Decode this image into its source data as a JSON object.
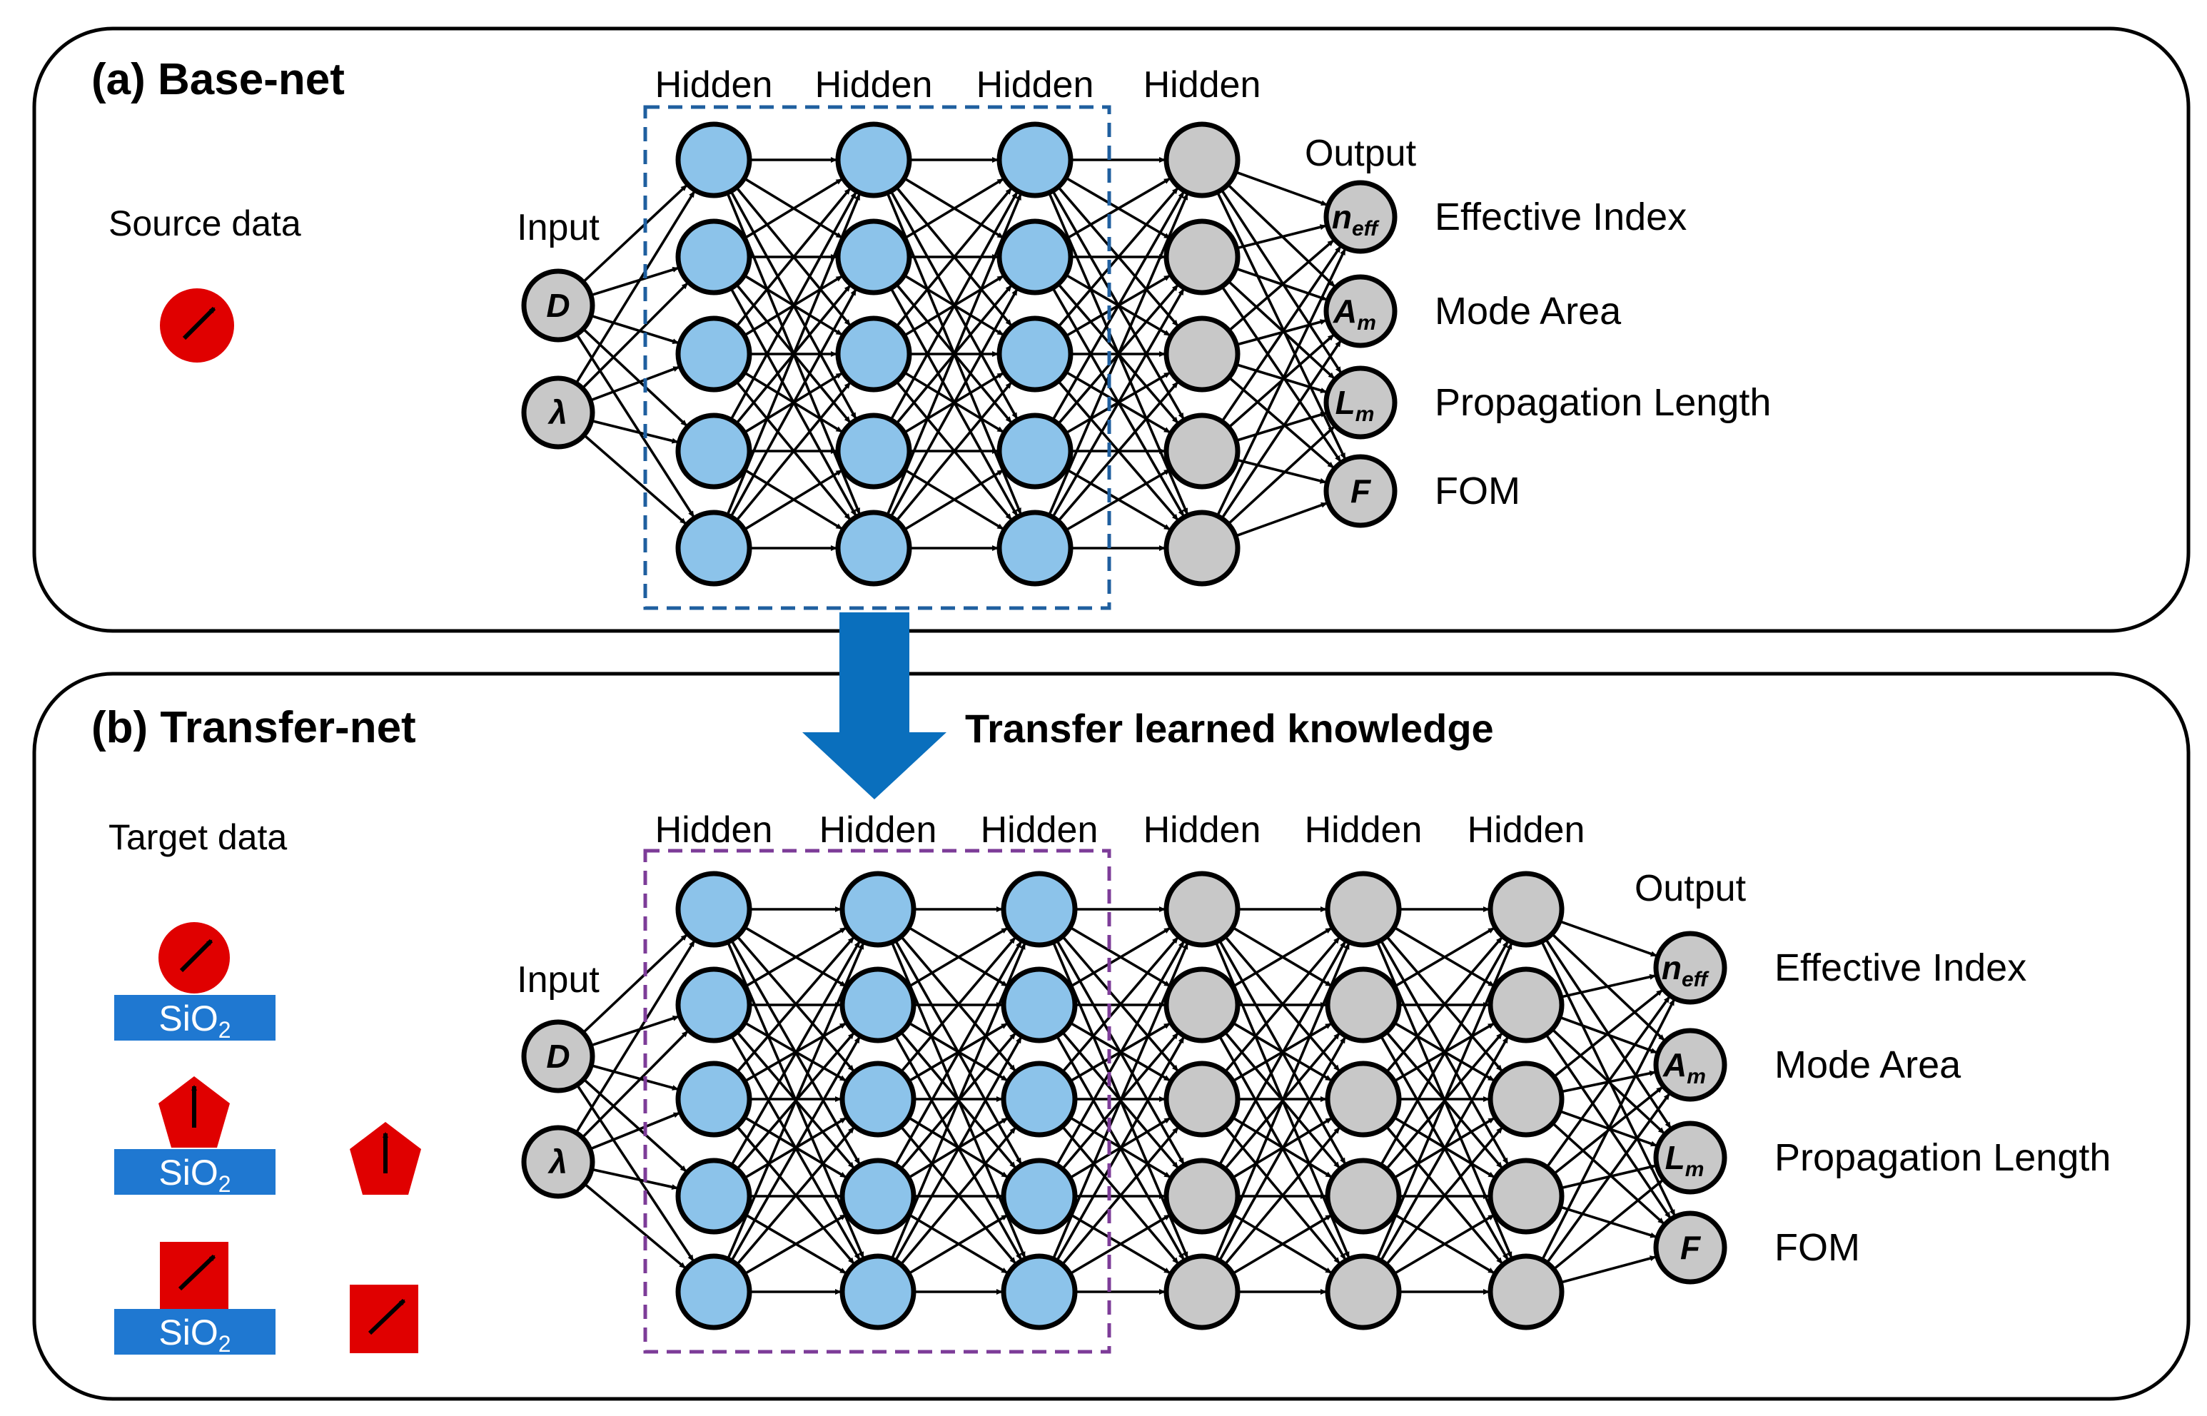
{
  "panel_a": {
    "title": "(a) Base-net",
    "source_label": "Source data",
    "input_label": "Input",
    "output_label": "Output",
    "hidden_labels": [
      "Hidden",
      "Hidden",
      "Hidden",
      "Hidden"
    ],
    "inputs": [
      {
        "symbol": "D",
        "sub": ""
      },
      {
        "symbol": "λ",
        "sub": ""
      }
    ],
    "outputs": [
      {
        "symbol": "n",
        "sub": "eff",
        "label": "Effective Index"
      },
      {
        "symbol": "A",
        "sub": "m",
        "label": "Mode Area"
      },
      {
        "symbol": "L",
        "sub": "m",
        "label": "Propagation Length"
      },
      {
        "symbol": "F",
        "sub": "",
        "label": "FOM"
      }
    ]
  },
  "panel_b": {
    "title": "(b) Transfer-net",
    "target_label": "Target data",
    "input_label": "Input",
    "output_label": "Output",
    "hidden_labels": [
      "Hidden",
      "Hidden",
      "Hidden",
      "Hidden",
      "Hidden",
      "Hidden"
    ],
    "substrate": {
      "text": "SiO",
      "sub": "2"
    },
    "inputs": [
      {
        "symbol": "D",
        "sub": ""
      },
      {
        "symbol": "λ",
        "sub": ""
      }
    ],
    "outputs": [
      {
        "symbol": "n",
        "sub": "eff",
        "label": "Effective Index"
      },
      {
        "symbol": "A",
        "sub": "m",
        "label": "Mode Area"
      },
      {
        "symbol": "L",
        "sub": "m",
        "label": "Propagation Length"
      },
      {
        "symbol": "F",
        "sub": "",
        "label": "FOM"
      }
    ]
  },
  "transfer_label": "Transfer learned knowledge",
  "colors": {
    "transferred_node": "#8cc3ea",
    "new_node": "#c8c8c8",
    "base_box": "#1f5f9f",
    "transfer_box": "#7d3c98",
    "arrow": "#0a6fbd",
    "particle": "#e00000",
    "substrate": "#1f78d1"
  }
}
